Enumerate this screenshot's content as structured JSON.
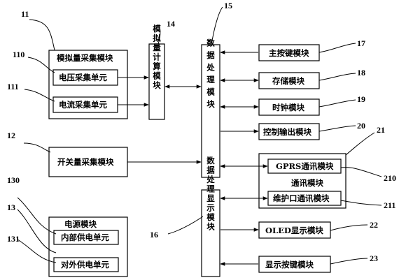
{
  "modules": {
    "analog_acquisition": "模拟量采集模块",
    "voltage_unit": "电压采集单元",
    "current_unit": "电流采集单元",
    "analog_calc": "模拟量计算模块",
    "data_processing": "数据处理模块",
    "main_key": "主按键模块",
    "storage": "存储模块",
    "clock": "时钟模块",
    "control_output": "控制输出模块",
    "switch_acquisition": "开关量采集模块",
    "communication": "通讯模块",
    "gprs": "GPRS通讯模块",
    "maintenance_port": "维护口通讯模块",
    "data_display": "数据处理显示模块",
    "power": "电源模块",
    "internal_supply": "内部供电单元",
    "external_supply": "对外供电单元",
    "oled": "OLED显示模块",
    "display_key": "显示按键模块"
  },
  "labels": {
    "n11": "11",
    "n110": "110",
    "n111": "111",
    "n12": "12",
    "n13": "13",
    "n130": "130",
    "n131": "131",
    "n14": "14",
    "n15": "15",
    "n16": "16",
    "n17": "17",
    "n18": "18",
    "n19": "19",
    "n20": "20",
    "n21": "21",
    "n210": "210",
    "n211": "211",
    "n22": "22",
    "n23": "23"
  }
}
